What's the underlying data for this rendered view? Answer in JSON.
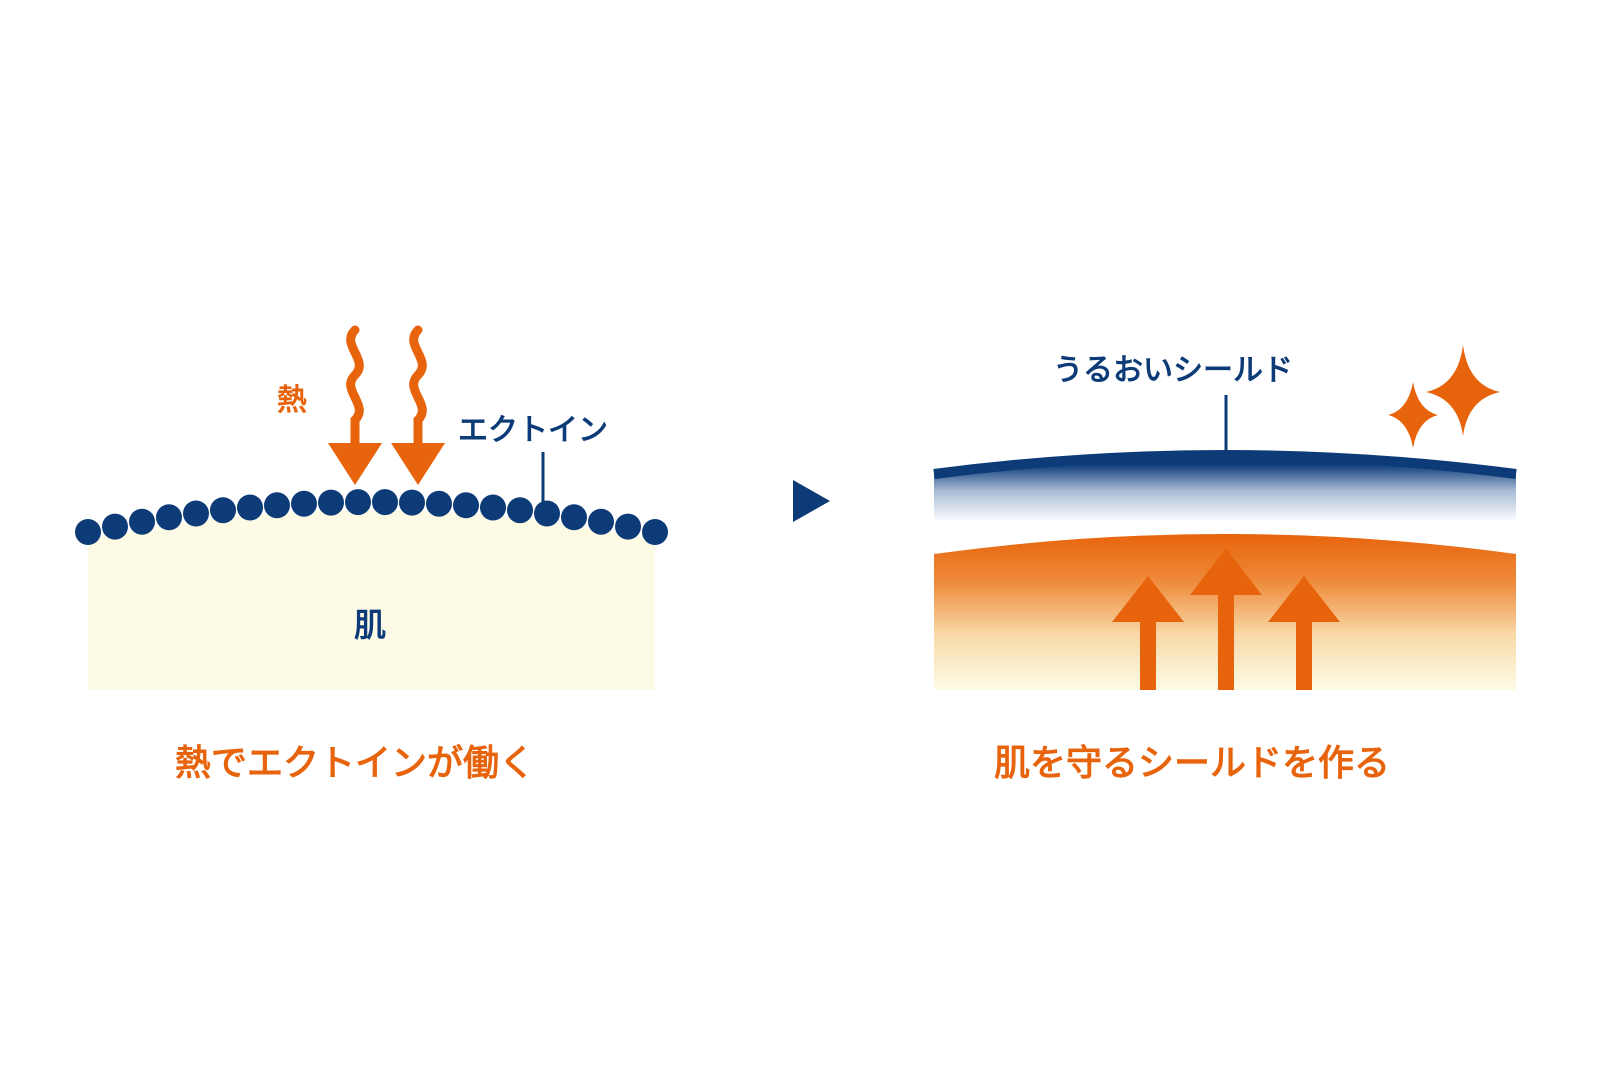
{
  "colors": {
    "navy": "#0d3b78",
    "orange": "#e8640c",
    "skin": "#fdfbe6"
  },
  "left_panel": {
    "heat_label": "熱",
    "ectoine_label": "エクトイン",
    "skin_label": "肌",
    "caption": "熱でエクトインが働く"
  },
  "right_panel": {
    "shield_label": "うるおいシールド",
    "caption": "肌を守るシールドを作る"
  },
  "icons": {
    "transition": "play-triangle-icon",
    "sparkle": "sparkle-icon",
    "heat_wave": "wavy-arrow-down-icon",
    "rise": "arrow-up-icon"
  }
}
